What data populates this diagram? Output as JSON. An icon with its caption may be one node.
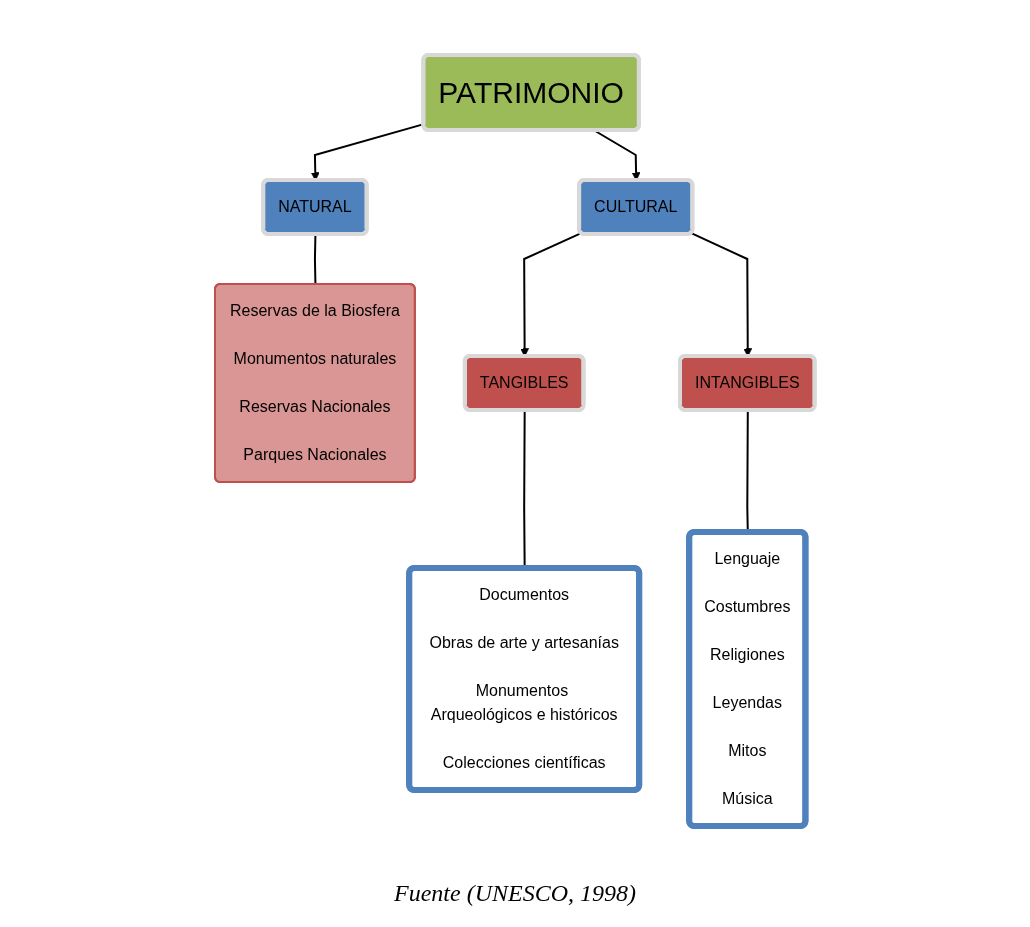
{
  "diagram": {
    "caption": "Fuente (UNESCO, 1998)",
    "nodes": [
      {
        "text": [
          "PATRIMONIO"
        ]
      },
      {
        "text": [
          "NATURAL"
        ]
      },
      {
        "text": [
          "CULTURAL"
        ]
      },
      {
        "text": [
          "Reservas de la Biosfera",
          "Monumentos naturales",
          "Reservas Nacionales",
          "Parques Nacionales"
        ]
      },
      {
        "text": [
          "TANGIBLES"
        ]
      },
      {
        "text": [
          "INTANGIBLES"
        ]
      },
      {
        "text": [
          "Documentos",
          "Obras de arte y artesanías",
          "Monumentos Arqueológicos e históricos",
          "Colecciones científicas"
        ]
      },
      {
        "text": [
          "Lenguaje",
          "Costumbres",
          "Religiones",
          "Leyendas",
          "Mitos",
          "Música"
        ]
      }
    ],
    "edges": [
      {
        "from": 0,
        "to": 1,
        "arrow": "to"
      },
      {
        "from": 0,
        "to": 2,
        "arrow": "to"
      },
      {
        "from": 1,
        "to": 3,
        "arrow": "none"
      },
      {
        "from": 2,
        "to": 4,
        "arrow": "to"
      },
      {
        "from": 2,
        "to": 5,
        "arrow": "to"
      },
      {
        "from": 4,
        "to": 6,
        "arrow": "none"
      },
      {
        "from": 5,
        "to": 7,
        "arrow": "none"
      }
    ]
  }
}
